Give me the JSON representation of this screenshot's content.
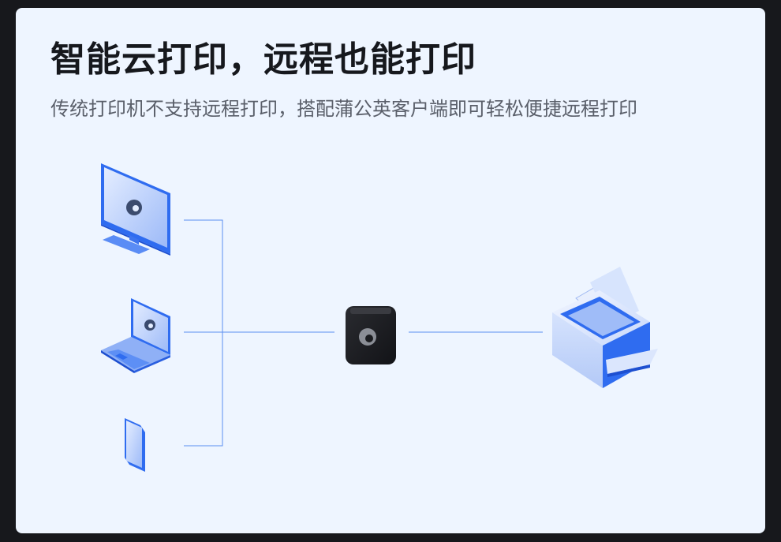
{
  "header": {
    "title": "智能云打印，远程也能打印",
    "subtitle": "传统打印机不支持远程打印，搭配蒲公英客户端即可轻松便捷远程打印"
  },
  "diagram": {
    "nodes": [
      "desktop-monitor",
      "laptop",
      "smartphone",
      "cloud-print-box",
      "printer"
    ],
    "colors": {
      "card_bg": "#eef5ff",
      "accent_blue": "#2f6cf0",
      "light_blue": "#c9dafc",
      "box_black": "#1b1c20",
      "connector": "#5b8ff0"
    }
  }
}
